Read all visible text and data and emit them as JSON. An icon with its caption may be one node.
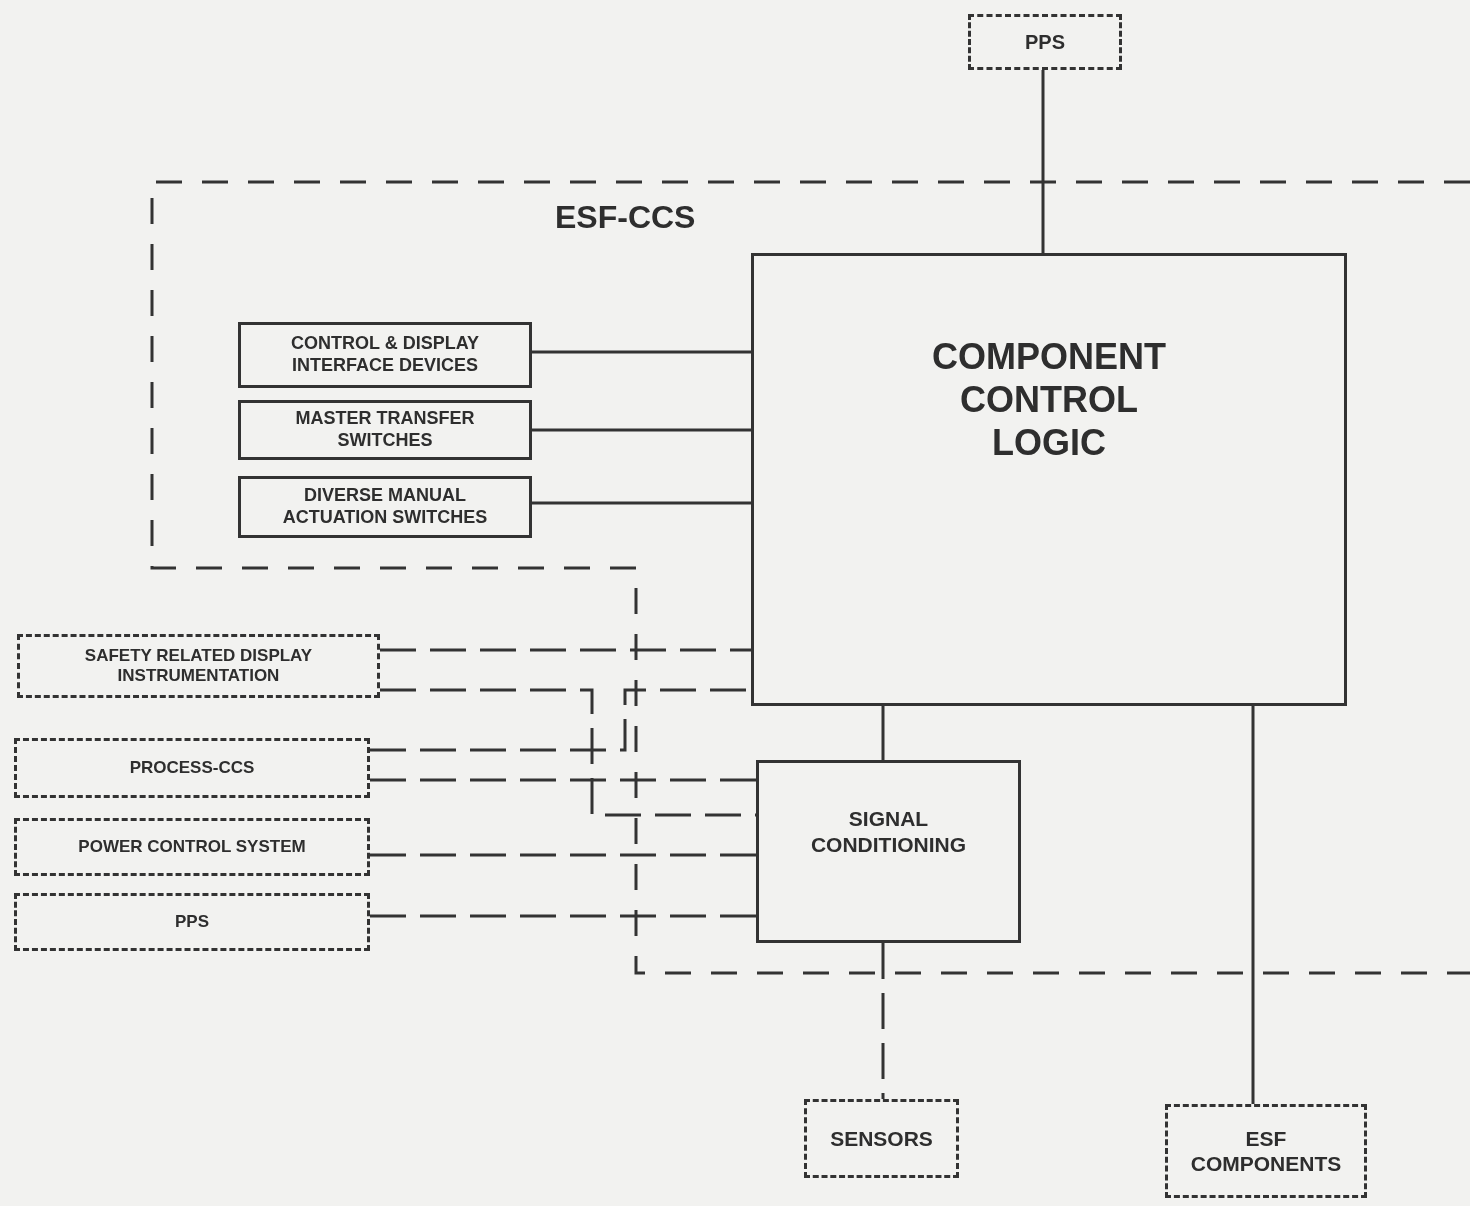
{
  "diagram": {
    "nodes": [
      {
        "text": [
          "ESF-CCS"
        ]
      },
      {
        "text": [
          "PPS"
        ]
      },
      {
        "text": [
          "CONTROL & DISPLAY INTERFACE DEVICES"
        ],
        "in": 0
      },
      {
        "text": [
          "MASTER TRANSFER SWITCHES"
        ],
        "in": 0
      },
      {
        "text": [
          "DIVERSE MANUAL ACTUATION SWITCHES"
        ],
        "in": 0
      },
      {
        "text": [
          "COMPONENT CONTROL LOGIC"
        ],
        "in": 0
      },
      {
        "text": [
          "SAFETY RELATED DISPLAY INSTRUMENTATION"
        ]
      },
      {
        "text": [
          "PROCESS-CCS"
        ]
      },
      {
        "text": [
          "POWER CONTROL SYSTEM"
        ]
      },
      {
        "text": [
          "PPS"
        ]
      },
      {
        "text": [
          "SIGNAL CONDITIONING"
        ],
        "in": 0
      },
      {
        "text": [
          "SENSORS"
        ]
      },
      {
        "text": [
          "ESF COMPONENTS"
        ]
      }
    ],
    "edges": [
      {
        "from": 1,
        "to": 5,
        "arrow": "none"
      },
      {
        "from": 2,
        "to": 5,
        "arrow": "none"
      },
      {
        "from": 3,
        "to": 5,
        "arrow": "none"
      },
      {
        "from": 4,
        "to": 5,
        "arrow": "none"
      },
      {
        "from": 6,
        "to": 5,
        "arrow": "none",
        "style": "dashed"
      },
      {
        "from": 6,
        "to": 10,
        "arrow": "none",
        "style": "dashed"
      },
      {
        "from": 7,
        "to": 5,
        "arrow": "none",
        "style": "dashed"
      },
      {
        "from": 7,
        "to": 10,
        "arrow": "none",
        "style": "dashed"
      },
      {
        "from": 8,
        "to": 10,
        "arrow": "none",
        "style": "dashed"
      },
      {
        "from": 9,
        "to": 10,
        "arrow": "none",
        "style": "dashed"
      },
      {
        "from": 5,
        "to": 10,
        "arrow": "none"
      },
      {
        "from": 10,
        "to": 11,
        "arrow": "none",
        "style": "dashed"
      },
      {
        "from": 5,
        "to": 12,
        "arrow": "none"
      }
    ]
  }
}
